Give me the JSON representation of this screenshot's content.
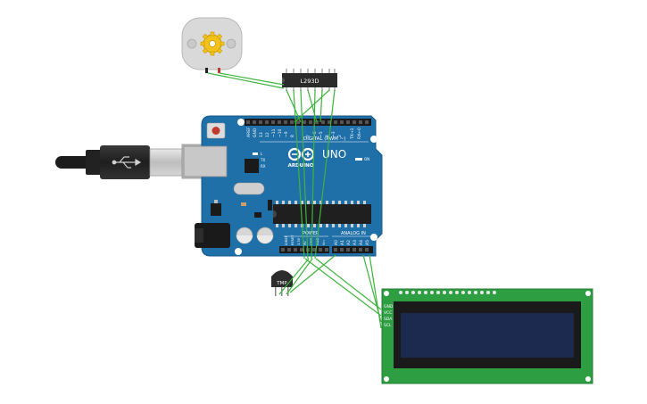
{
  "motor_driver": {
    "label": "L293D"
  },
  "arduino": {
    "brand": "ARDUINO",
    "model": "UNO",
    "digital_label": "DIGITAL (PWM ~)",
    "power_label": "POWER",
    "analog_label": "ANALOG IN",
    "on_label": "ON",
    "tx_label": "TX",
    "rx_label": "RX",
    "l_label": "L",
    "header_left_labels": [
      "AREF",
      "GND"
    ],
    "digital_pins": [
      "13",
      "12",
      "~11",
      "~10",
      "~9",
      "8",
      "7",
      "~6",
      "~5",
      "4",
      "~3",
      "2",
      "TX→1",
      "RX←0"
    ],
    "power_pins": [
      "IOREF",
      "RESET",
      "3.3V",
      "5V",
      "GND",
      "GND",
      "Vin"
    ],
    "analog_pins": [
      "A0",
      "A1",
      "A2",
      "A3",
      "A4",
      "A5"
    ]
  },
  "temp_sensor": {
    "label": "TMP"
  },
  "lcd": {
    "pins": [
      "GND",
      "VCC",
      "SDA",
      "SCL"
    ]
  },
  "colors": {
    "board": "#1f6fa8",
    "wire": "#3cb43c",
    "lcd_pcb": "#2e9e43",
    "lcd_screen": "#1b2a4e",
    "motor_body": "#d9d9d9",
    "gear": "#f2c21b"
  }
}
